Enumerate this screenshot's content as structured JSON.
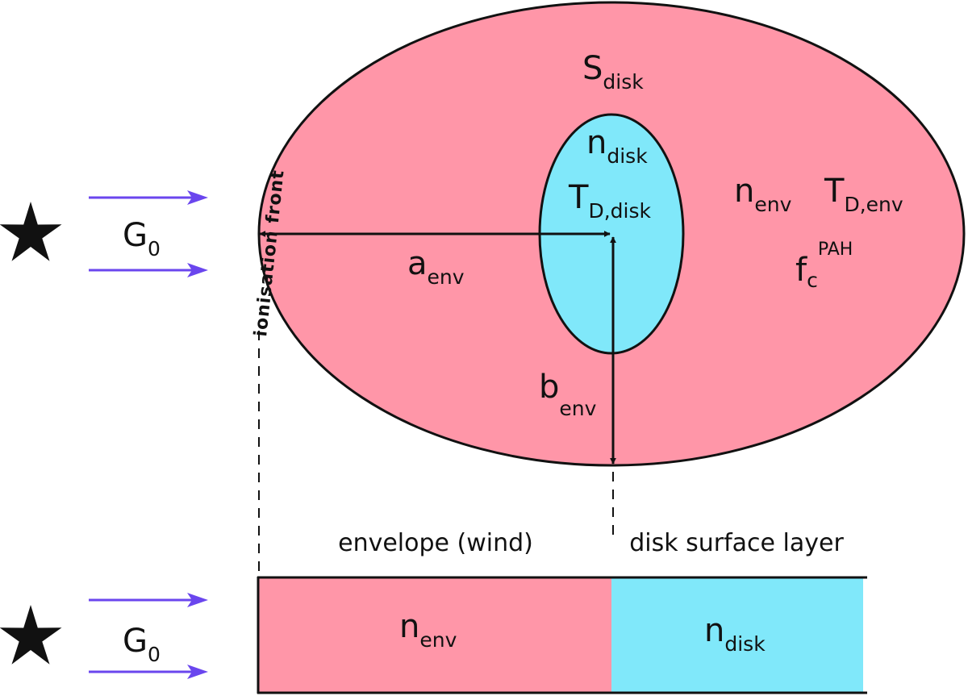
{
  "colors": {
    "envelope": "#ff96a8",
    "disk": "#80e8fa",
    "arrow": "#6a46ee",
    "outline": "#111111"
  },
  "icons": {
    "star": "star-icon"
  },
  "top": {
    "radiation": {
      "base": "G",
      "sub": "0"
    },
    "ionisation_front": "ionisation front",
    "s_disk": {
      "base": "S",
      "sub": "disk"
    },
    "n_disk": {
      "base": "n",
      "sub": "disk"
    },
    "t_d_disk": {
      "base": "T",
      "sub": "D,disk"
    },
    "n_env": {
      "base": "n",
      "sub": "env"
    },
    "t_d_env": {
      "base": "T",
      "sub": "D,env"
    },
    "f_c_pah": {
      "base": "f",
      "sub": "c",
      "sup": "PAH"
    },
    "a_env": {
      "base": "a",
      "sub": "env"
    },
    "b_env": {
      "base": "b",
      "sub": "env"
    }
  },
  "bottom": {
    "radiation": {
      "base": "G",
      "sub": "0"
    },
    "caption_envelope": "envelope (wind)",
    "caption_disk": "disk surface layer",
    "n_env": {
      "base": "n",
      "sub": "env"
    },
    "n_disk": {
      "base": "n",
      "sub": "disk"
    }
  }
}
